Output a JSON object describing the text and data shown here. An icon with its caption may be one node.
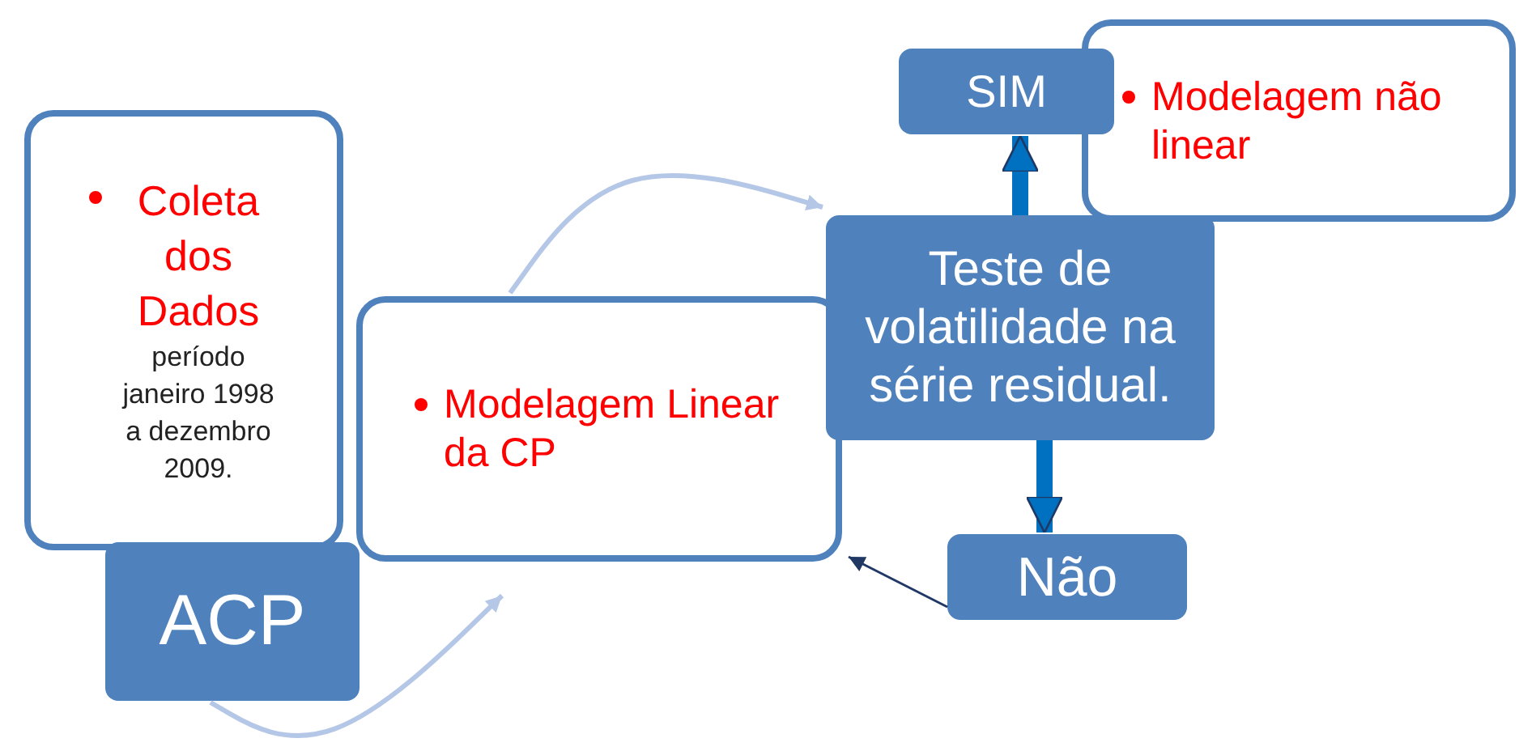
{
  "diagram": {
    "nodes": [
      {
        "text": [
          "Coleta dos Dados",
          "período janeiro 1998 a dezembro 2009."
        ]
      },
      {
        "text": [
          "ACP"
        ]
      },
      {
        "text": [
          "Modelagem Linear da CP"
        ]
      },
      {
        "text": [
          "Teste de volatilidade na série residual."
        ]
      },
      {
        "text": [
          "SIM"
        ]
      },
      {
        "text": [
          "Modelagem não linear"
        ]
      },
      {
        "text": [
          "Não"
        ]
      }
    ],
    "edges": [
      {
        "from": 1,
        "to": 2,
        "arrow": "to",
        "color": "#b4c7e7"
      },
      {
        "from": 2,
        "to": 3,
        "arrow": "to",
        "color": "#b4c7e7"
      },
      {
        "from": 3,
        "to": 4,
        "arrow": "to",
        "style": "thick",
        "color": "#0070c0"
      },
      {
        "from": 3,
        "to": 6,
        "arrow": "to",
        "style": "thick",
        "color": "#0070c0"
      },
      {
        "from": 6,
        "to": 2,
        "arrow": "to",
        "color": "#1f3864"
      }
    ]
  }
}
